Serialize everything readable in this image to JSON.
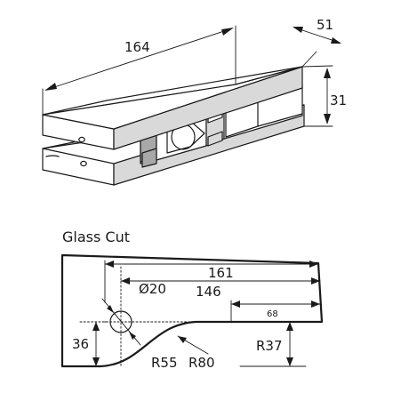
{
  "top_view": {
    "dim_length": "164",
    "dim_width": "51",
    "dim_height": "31"
  },
  "glass_cut": {
    "title": "Glass Cut",
    "dim_161": "161",
    "dim_146": "146",
    "dim_68": "68",
    "dim_hole": "Ø20",
    "dim_36": "36",
    "dim_r37": "R37",
    "dim_r55": "R55",
    "dim_r80": "R80"
  }
}
